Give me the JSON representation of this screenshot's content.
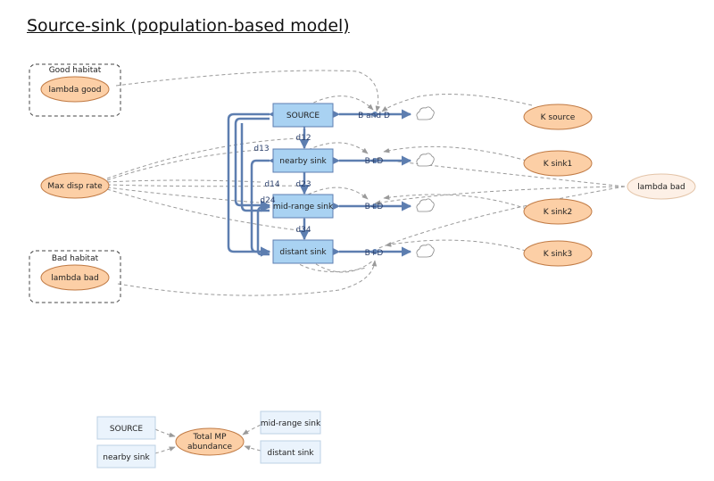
{
  "title": "Source-sink (population-based model)",
  "groups": {
    "good_habitat": "Good habitat",
    "bad_habitat": "Bad habitat"
  },
  "stocks": {
    "source": "SOURCE",
    "nearby": "nearby sink",
    "midrange": "mid-range sink",
    "distant": "distant sink"
  },
  "auxiliaries": {
    "lambda_good": "lambda good",
    "lambda_bad": "lambda bad",
    "lambda_bad_ghost": "lambda bad",
    "max_disp": "Max disp rate",
    "k_source": "K source",
    "k_sink1": "K sink1",
    "k_sink2": "K sink2",
    "k_sink3": "K sink3",
    "total": "Total MP abundance"
  },
  "flows": {
    "bd_source": "B and D",
    "bd_nearby": "B+D",
    "bd_midrange": "B+D",
    "bd_distant": "B+D",
    "d12": "d12",
    "d13": "d13",
    "d14": "d14",
    "d23": "d23",
    "d24": "d24",
    "d34": "d34"
  },
  "summary_ghosts": {
    "source": "SOURCE",
    "nearby": "nearby sink",
    "midrange": "mid-range sink",
    "distant": "distant sink"
  },
  "colors": {
    "stock_fill": "#a9d2f2",
    "flow": "#5d7eb0",
    "auxiliary_fill": "#fccfa6",
    "link": "#9a9a9a"
  },
  "icons": [
    "cloud-icon",
    "valve-icon",
    "arrowhead-icon"
  ]
}
